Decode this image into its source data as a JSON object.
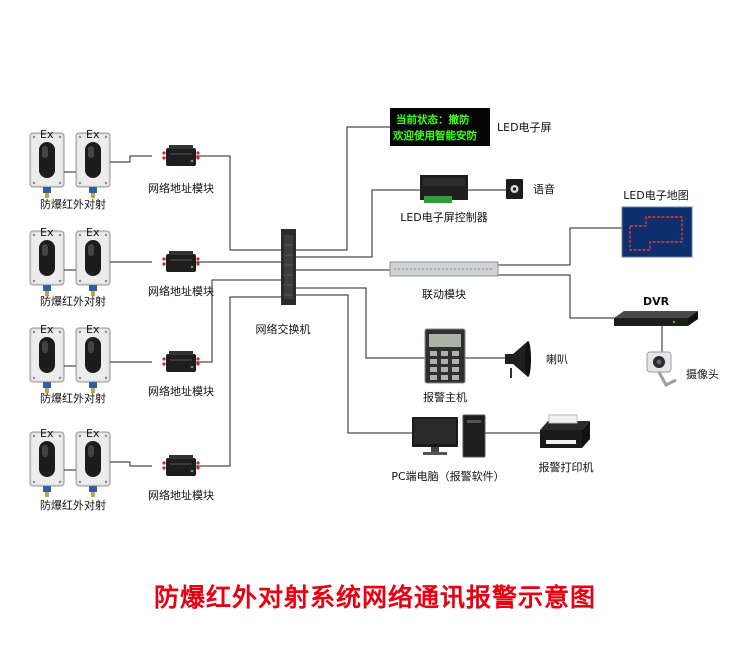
{
  "detector_label": "防爆红外对射",
  "ex_mark": "Ex",
  "module_label": "网络地址模块",
  "switch_label": "网络交换机",
  "led_screen": {
    "line1": "当前状态：撤防",
    "line2": "欢迎使用智能安防",
    "label": "LED电子屏"
  },
  "led_controller_label": "LED电子屏控制器",
  "voice_label": "语音",
  "linkage_label": "联动模块",
  "led_map_label": "LED电子地图",
  "dvr_label": "DVR",
  "camera_label": "摄像头",
  "alarm_host_label": "报警主机",
  "horn_label": "喇叭",
  "pc_label": "PC端电脑（报警软件）",
  "printer_label": "报警打印机",
  "title": "防爆红外对射系统网络通讯报警示意图"
}
